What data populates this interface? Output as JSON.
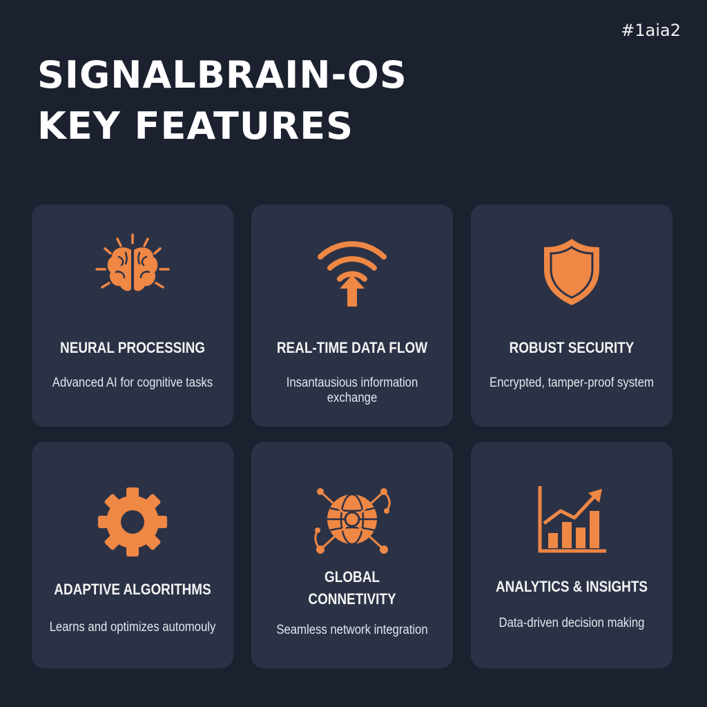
{
  "tag": "#1aia2",
  "title": {
    "line1": "SIGNALBRAIN-OS",
    "line2": "KEY FEATURES"
  },
  "accent_color": "#ef8745",
  "features": [
    {
      "icon": "brain-icon",
      "title": "NEURAL PROCESSING",
      "desc": "Advanced AI for cognitive tasks"
    },
    {
      "icon": "signal-upload-icon",
      "title": "REAL-TIME DATA FLOW",
      "desc": "Insantausious information exchange"
    },
    {
      "icon": "shield-icon",
      "title": "ROBUST SECURITY",
      "desc": "Encrypted, tamper-proof system"
    },
    {
      "icon": "gear-icon",
      "title": "ADAPTIVE ALGORITHMS",
      "desc": "Learns and optimizes automouly"
    },
    {
      "icon": "network-globe-icon",
      "title_line1": "GLOBAL",
      "title_line2": "CONNETIVITY",
      "desc": "Seamless network integration"
    },
    {
      "icon": "bar-chart-trend-icon",
      "title": "ANALYTICS & INSIGHTS",
      "desc": "Data-driven decision making"
    }
  ]
}
